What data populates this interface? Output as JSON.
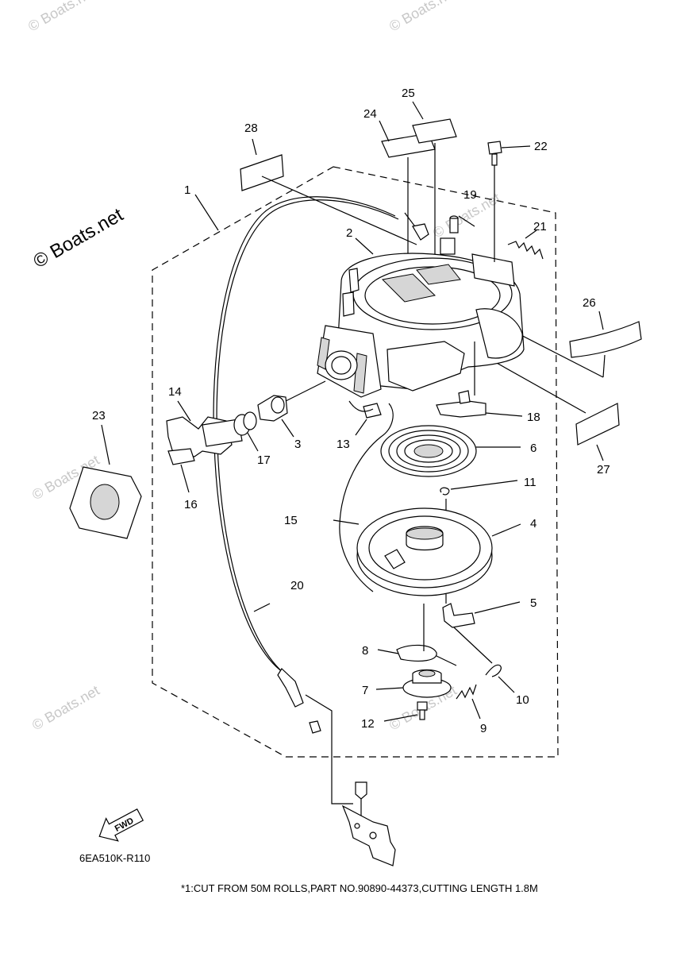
{
  "watermark": "© Boats.net",
  "diagram_code": "6EA510K-R110",
  "fwd_label": "FWD",
  "footnote": "*1:CUT FROM 50M ROLLS,PART NO.90890-44373,CUTTING LENGTH 1.8M",
  "callouts": [
    "1",
    "2",
    "3",
    "4",
    "5",
    "6",
    "7",
    "8",
    "9",
    "10",
    "11",
    "12",
    "13",
    "14",
    "15",
    "16",
    "17",
    "18",
    "19",
    "20",
    "21",
    "22",
    "23",
    "24",
    "25",
    "26",
    "27",
    "28"
  ]
}
